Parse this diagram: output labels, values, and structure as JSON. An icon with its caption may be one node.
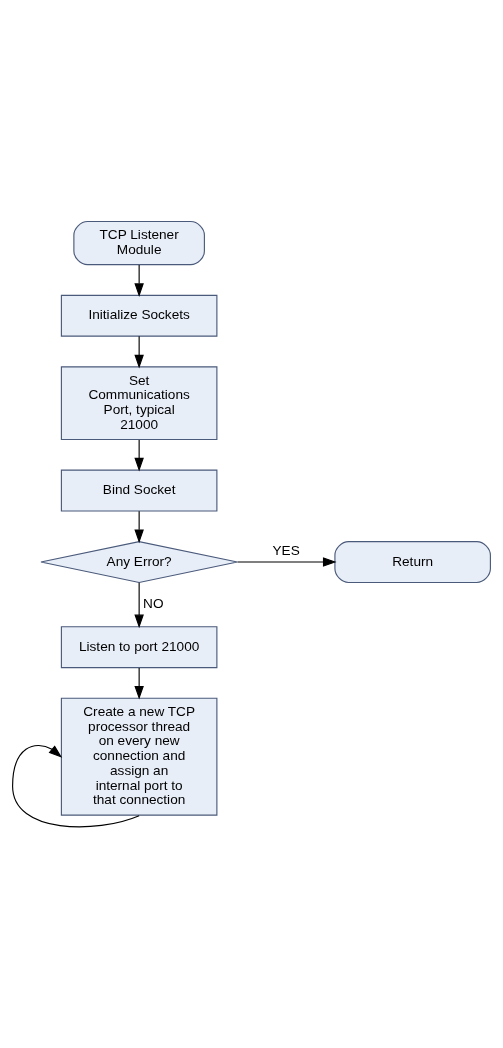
{
  "diagram": {
    "nodes": [
      {
        "text": [
          "TCP Listener Module"
        ]
      },
      {
        "text": [
          "Initialize Sockets"
        ]
      },
      {
        "text": [
          "Set Communications Port, typical 21000"
        ]
      },
      {
        "text": [
          "Bind Socket"
        ]
      },
      {
        "text": [
          "Any Error?"
        ]
      },
      {
        "text": [
          "Return"
        ]
      },
      {
        "text": [
          "Listen to port 21000"
        ]
      },
      {
        "text": [
          "Create a new TCP processor thread on every new connection and assign an internal port to that connection"
        ]
      }
    ],
    "edges": [
      {
        "from": 0,
        "to": 1,
        "arrow": "to"
      },
      {
        "from": 1,
        "to": 2,
        "arrow": "to"
      },
      {
        "from": 2,
        "to": 3,
        "arrow": "to"
      },
      {
        "from": 3,
        "to": 4,
        "arrow": "to"
      },
      {
        "from": 4,
        "to": 5,
        "arrow": "to",
        "label": "YES"
      },
      {
        "from": 4,
        "to": 6,
        "arrow": "to",
        "label": "NO"
      },
      {
        "from": 6,
        "to": 7,
        "arrow": "to"
      },
      {
        "from": 7,
        "to": 7,
        "arrow": "to"
      }
    ]
  }
}
